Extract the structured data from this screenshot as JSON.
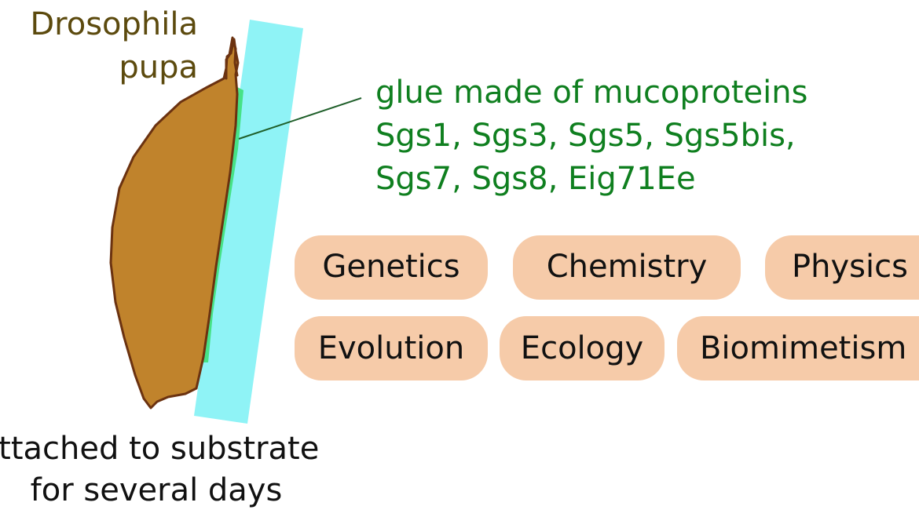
{
  "pupa_label": [
    "Drosophila",
    "pupa"
  ],
  "glue_label": [
    "glue made of mucoproteins",
    "Sgs1, Sgs3, Sgs5, Sgs5bis,",
    "Sgs7, Sgs8, Eig71Ee"
  ],
  "bottom_label": [
    "attached to substrate",
    "for several days"
  ],
  "tags": [
    "Genetics",
    "Chemistry",
    "Physics",
    "Evolution",
    "Ecology",
    "Biomimetism"
  ],
  "colors": {
    "pupa_fill": "#c0832c",
    "pupa_stroke": "#6b3210",
    "glue": "#3ee07a",
    "substrate": "#8ff3f6",
    "tag_fill": "#f6cba9",
    "pupa_text": "#5c4a0e",
    "glue_text": "#0f7f1f"
  }
}
